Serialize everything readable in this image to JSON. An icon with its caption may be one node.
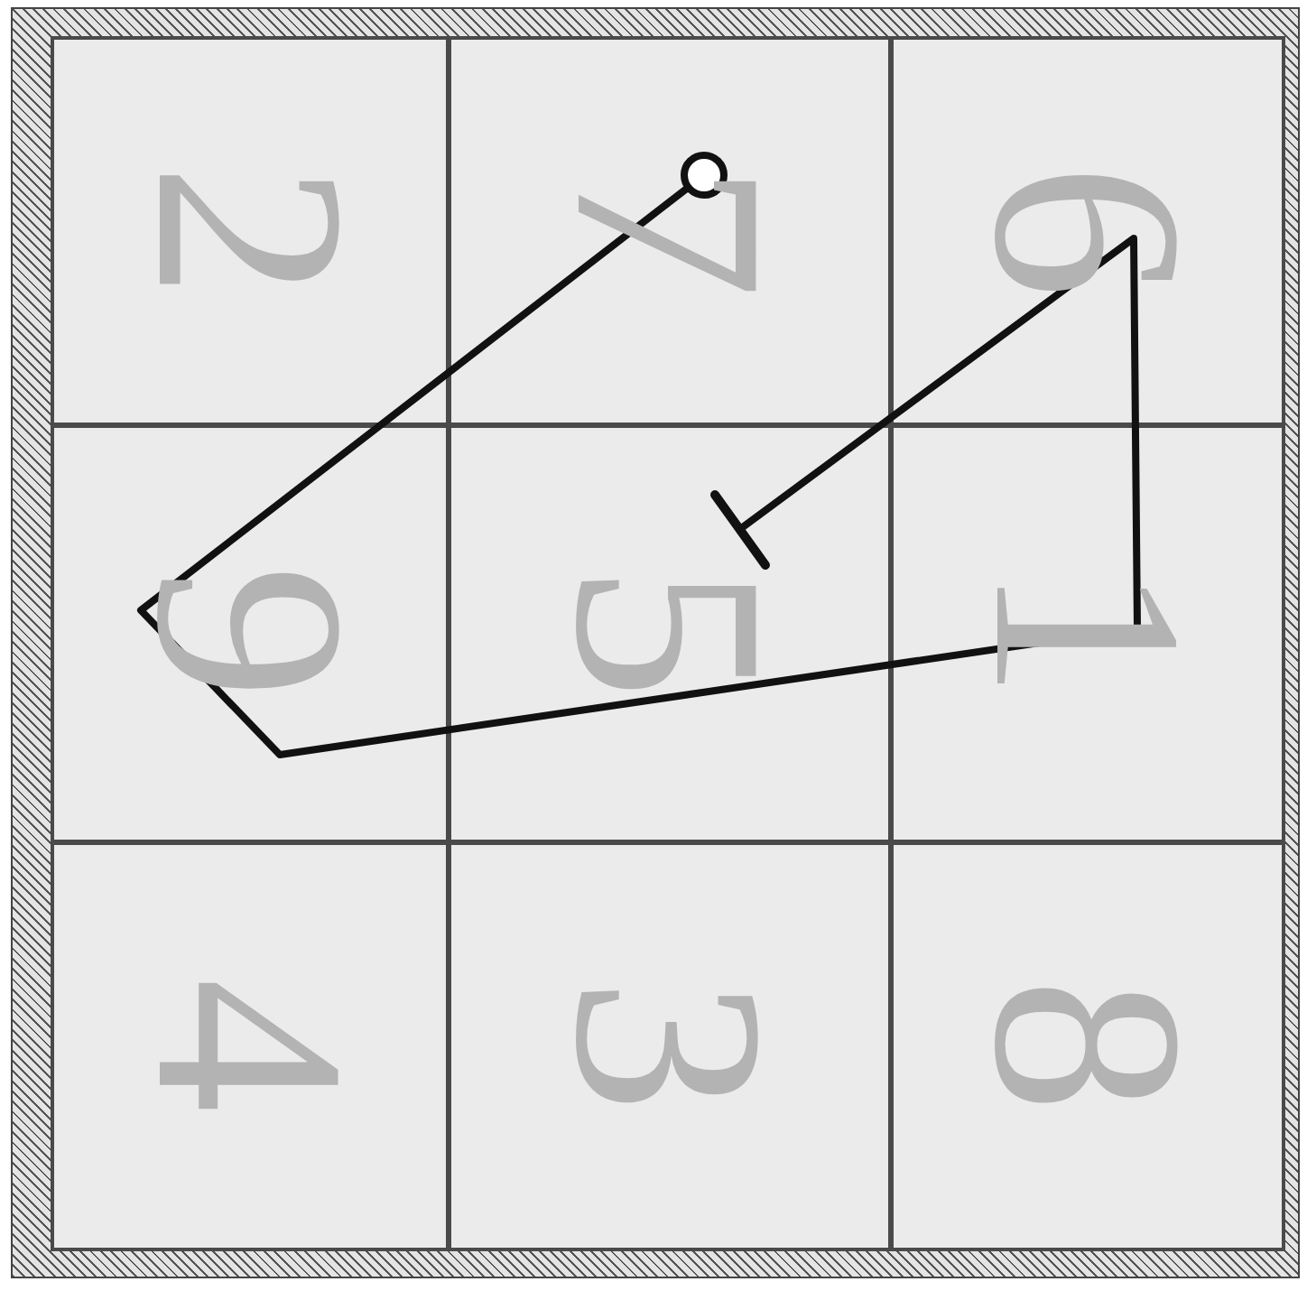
{
  "diagram": {
    "labels": [
      "2",
      "7",
      "6",
      "9",
      "5",
      "1",
      "4",
      "3",
      "8"
    ]
  }
}
